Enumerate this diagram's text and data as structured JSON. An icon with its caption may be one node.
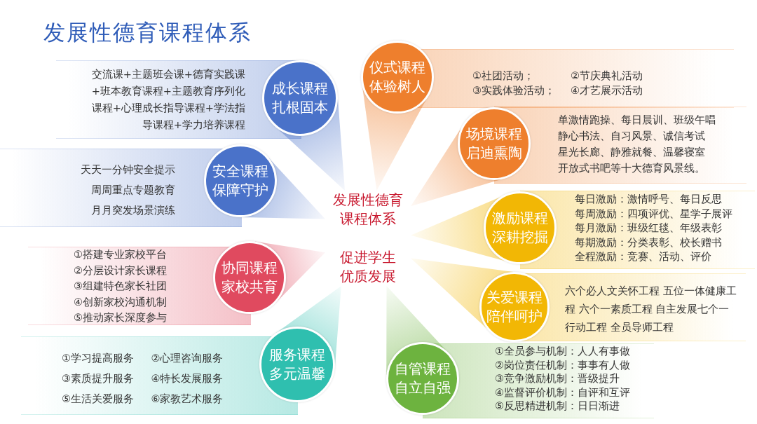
{
  "diagram": {
    "title": "发展性德育课程体系",
    "nodes": [
      {
        "text": [
          "发展性德育课程体系",
          "促进学生优质发展"
        ]
      },
      {
        "text": [
          "成长课程扎根固本"
        ],
        "beside": [
          "交流课+主题班会课+德育实践课+班本教育课程+主题教育序列化课程+心理成长指导课程+学法指导课程+学力培养课程"
        ]
      },
      {
        "text": [
          "安全课程保障守护"
        ],
        "beside": [
          "天天一分钟安全提示",
          "周周重点专题教育",
          "月月突发场景演练"
        ]
      },
      {
        "text": [
          "协同课程家校共育"
        ],
        "beside": [
          "①搭建专业家校平台",
          "②分层设计家长课程",
          "③组建特色家长社团",
          "④创新家校沟通机制",
          "⑤推动家长深度参与"
        ]
      },
      {
        "text": [
          "服务课程多元温馨"
        ],
        "beside": [
          "①学习提高服务",
          "②心理咨询服务",
          "③素质提升服务",
          "④特长发展服务",
          "⑤生活关爱服务",
          "⑥家教艺术服务"
        ]
      },
      {
        "text": [
          "仪式课程体验树人"
        ],
        "beside": [
          "①社团活动；",
          "②节庆典礼活动",
          "③实践体验活动；",
          "④才艺展示活动"
        ]
      },
      {
        "text": [
          "场境课程启迪熏陶"
        ],
        "beside": [
          "单激情跑操、每日晨训、班级午唱",
          "静心书法、自习风景、诚信考试",
          "星光长廊、静雅就餐、温馨寝室",
          "开放式书吧等十大德育风景线。"
        ]
      },
      {
        "text": [
          "激励课程深耕挖掘"
        ],
        "beside": [
          "每日激励：激情呼号、每日反思",
          "每周激励：四项评优、星学子展评",
          "每月激励：班级红毯、年级表彰",
          "每期激励：分类表彰、校长赠书",
          "全程激励：竞赛、活动、评价"
        ]
      },
      {
        "text": [
          "关爱课程陪伴呵护"
        ],
        "beside": [
          "六个必人文关怀工程 五位一体健康工程 六个一素质工程 自主发展七个一行动工程 全员导师工程"
        ]
      },
      {
        "text": [
          "自管课程自立自强"
        ],
        "beside": [
          "①全员参与机制：人人有事做",
          "②岗位责任机制：事事有人做",
          "③竞争激励机制：晋级提升",
          "④监督评价机制：自评和互评",
          "⑤反思精进机制：日日渐进"
        ]
      }
    ]
  }
}
